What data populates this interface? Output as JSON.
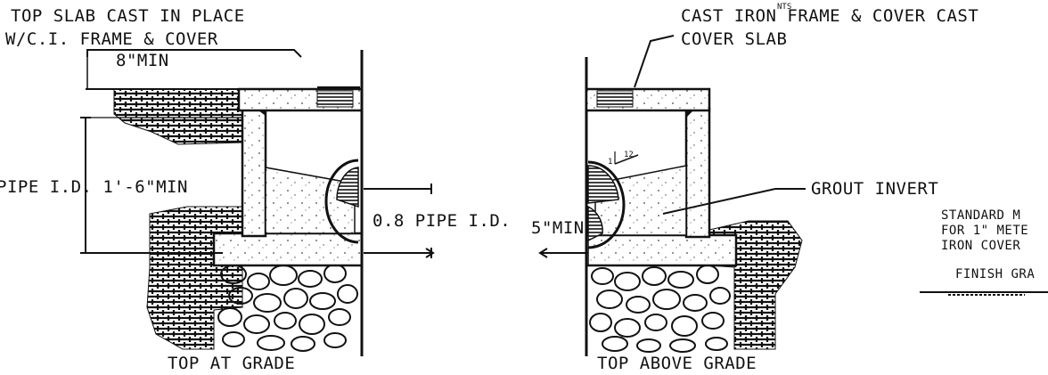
{
  "labels": {
    "top_slab_line1": "TOP SLAB CAST IN PLACE",
    "top_slab_line2": "W/C.I. FRAME & COVER",
    "min_8": "8\"MIN",
    "pipe_id": "PIPE I.D. 1'-6\"MIN",
    "pipe_08": "0.8 PIPE I.D.",
    "top_at_grade": "TOP AT GRADE",
    "cast_iron_line1": "CAST IRON FRAME & COVER CAST",
    "cast_iron_line2": "COVER SLAB",
    "nts": "NTS",
    "slope": "12",
    "slope_one": "1",
    "grout_invert": "GROUT INVERT",
    "min_5": "5\"MIN",
    "top_above_grade": "TOP ABOVE GRADE",
    "standard_line1": "STANDARD M",
    "standard_line2": "FOR 1\" METE",
    "standard_line3": "IRON COVER",
    "finish_grade": "FINISH GRA"
  },
  "colors": {
    "ink": "#111111",
    "background": "#ffffff"
  }
}
